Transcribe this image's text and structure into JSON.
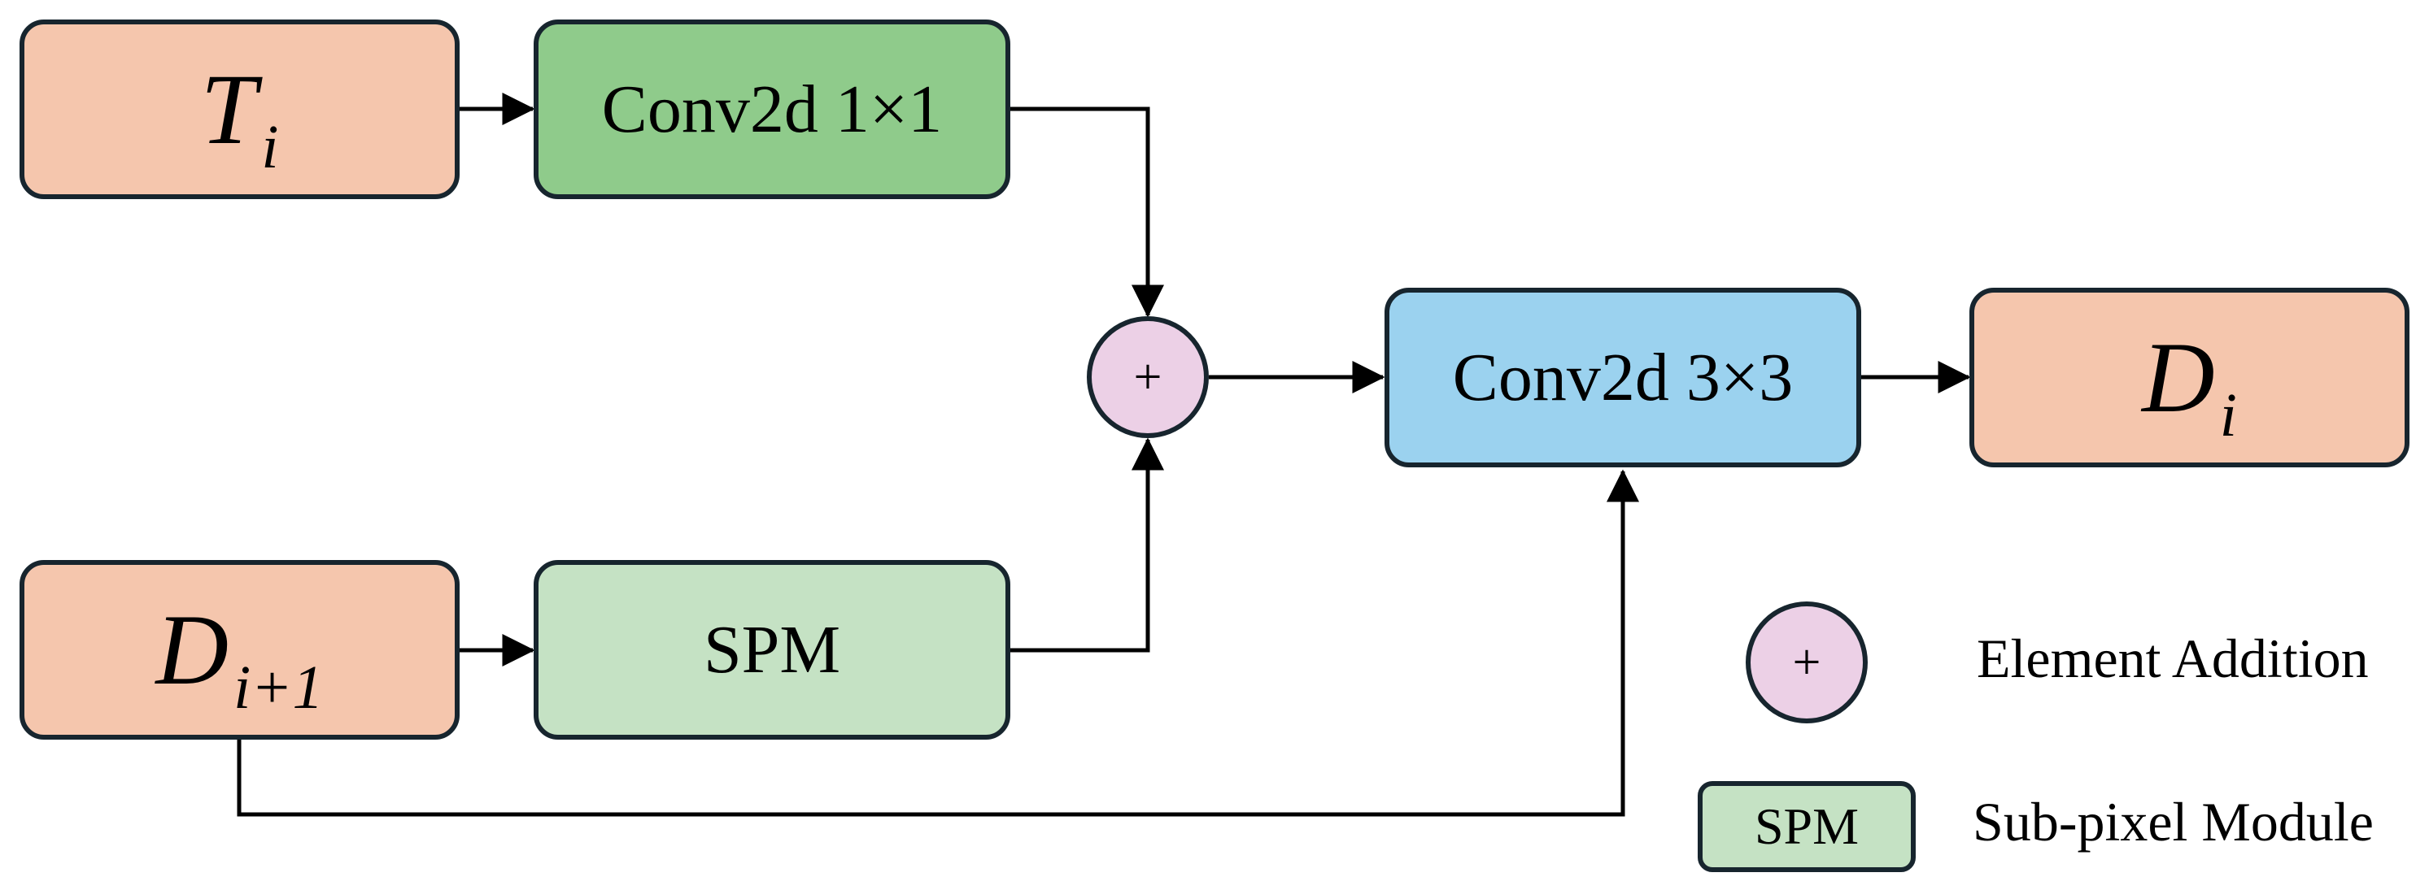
{
  "diagram": {
    "nodes": {
      "t_input": {
        "base": "T",
        "sub": "i"
      },
      "conv1x1": {
        "label": "Conv2d 1×1"
      },
      "d_prev": {
        "base": "D",
        "sub": "i+1"
      },
      "spm": {
        "label": "SPM"
      },
      "add": {
        "symbol": "+"
      },
      "conv3x3": {
        "label": "Conv2d 3×3"
      },
      "d_out": {
        "base": "D",
        "sub": "i"
      }
    },
    "colors": {
      "io_fill": "#f5c6ad",
      "conv1x1_fill": "#8fcb8b",
      "spm_fill": "#c5e2c4",
      "conv3x3_fill": "#9bd2ef",
      "add_fill": "#ecd0e6",
      "stroke": "#17252e",
      "wire": "#000000"
    },
    "edges": [
      {
        "from": "T_i",
        "to": "Conv2d 1×1"
      },
      {
        "from": "Conv2d 1×1",
        "to": "+"
      },
      {
        "from": "D_i+1",
        "to": "SPM"
      },
      {
        "from": "SPM",
        "to": "+"
      },
      {
        "from": "+",
        "to": "Conv2d 3×3"
      },
      {
        "from": "D_i+1",
        "to": "Conv2d 3×3"
      },
      {
        "from": "Conv2d 3×3",
        "to": "D_i"
      }
    ]
  },
  "legend": {
    "add": {
      "symbol": "+",
      "text": "Element Addition"
    },
    "spm": {
      "symbol": "SPM",
      "text": "Sub-pixel Module"
    }
  }
}
